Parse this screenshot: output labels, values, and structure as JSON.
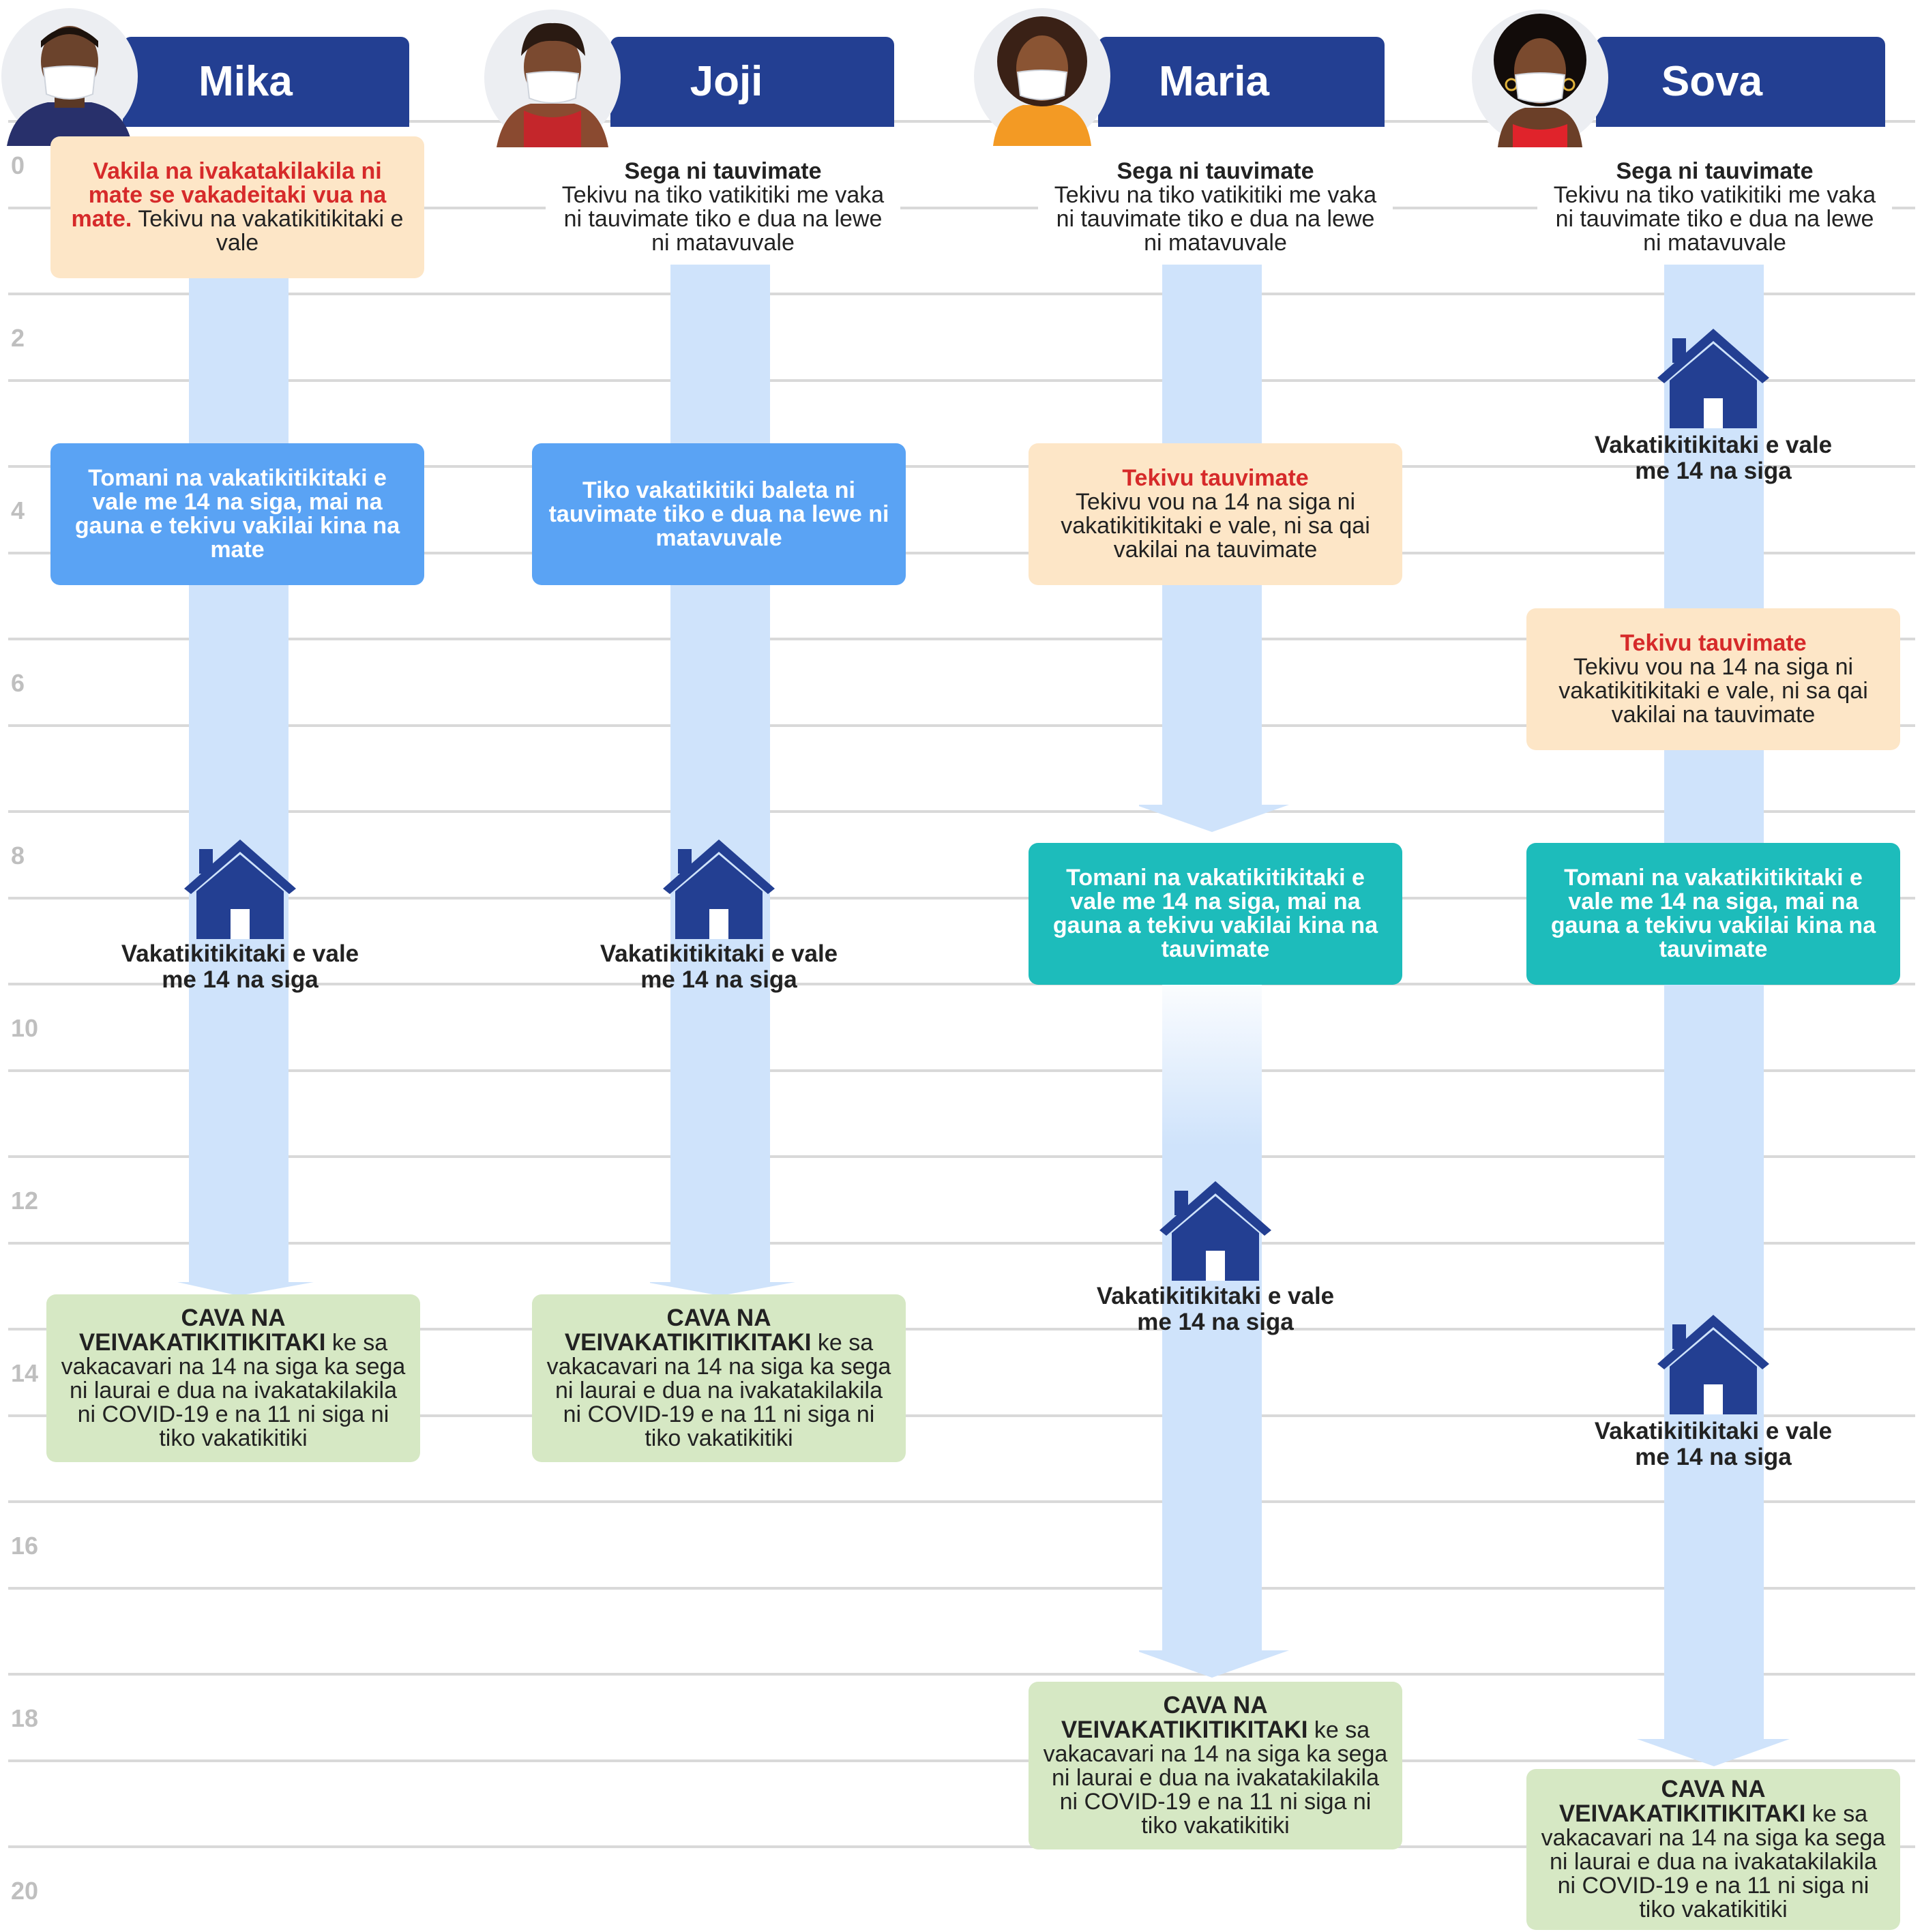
{
  "days": [
    "0",
    "2",
    "4",
    "6",
    "8",
    "10",
    "12",
    "14",
    "16",
    "18",
    "20"
  ],
  "people": [
    {
      "name": "Mika"
    },
    {
      "name": "Joji"
    },
    {
      "name": "Maria"
    },
    {
      "name": "Sova"
    }
  ],
  "mika": {
    "start": {
      "red": "Vakila na ivakatakilakila ni mate se vakadeitaki vua na mate.",
      "text": " Tekivu na vakatikitikitaki e vale"
    },
    "mid": "Tomani na vakatikitikitaki e vale me 14 na siga, mai na gauna e tekivu vakilai kina na mate",
    "home": "Vakatikitikitaki e vale me 14 na siga",
    "end": {
      "bold": "CAVA NA VEIVAKATIKITIKITAKI",
      "text": " ke sa vakacavari na 14 na siga ka sega ni laurai e dua na ivakatakilakila ni COVID-19 e na 11 ni siga ni tiko vakatikitiki"
    }
  },
  "joji": {
    "start": {
      "bold": "Sega ni tauvimate",
      "text": "Tekivu na tiko vatikitiki me vaka ni tauvimate tiko e dua na lewe ni matavuvale"
    },
    "mid": "Tiko vakatikitiki baleta ni tauvimate tiko e dua na lewe ni matavuvale",
    "home": "Vakatikitikitaki e vale me 14 na siga",
    "end": {
      "bold": "CAVA NA VEIVAKATIKITIKITAKI",
      "text": " ke sa vakacavari na 14 na siga ka sega ni laurai e dua na ivakatakilakila ni COVID-19 e na 11 ni siga ni tiko vakatikitiki"
    }
  },
  "maria": {
    "start": {
      "bold": "Sega ni tauvimate",
      "text": "Tekivu na tiko vatikitiki me vaka ni tauvimate tiko e dua na lewe ni matavuvale"
    },
    "sick": {
      "red": "Tekivu tauvimate",
      "text": "Tekivu vou na 14 na siga ni vakatikitikitaki e vale, ni sa qai vakilai na tauvimate"
    },
    "mid": "Tomani na vakatikitikitaki e vale me 14 na siga, mai na gauna a tekivu vakilai kina na tauvimate",
    "home": "Vakatikitikitaki e vale me 14 na siga",
    "end": {
      "bold": "CAVA NA VEIVAKATIKITIKITAKI",
      "text": " ke sa vakacavari na 14 na siga ka sega ni laurai e dua na ivakatakilakila ni COVID-19 e na 11 ni siga ni tiko vakatikitiki"
    }
  },
  "sova": {
    "start": {
      "bold": "Sega ni tauvimate",
      "text": "Tekivu na tiko vatikitiki me vaka ni tauvimate tiko e dua na lewe ni matavuvale"
    },
    "home1": "Vakatikitikitaki e vale me 14 na siga",
    "sick": {
      "red": "Tekivu tauvimate",
      "text": "Tekivu vou na 14 na siga ni vakatikitikitaki e vale, ni sa qai vakilai na tauvimate"
    },
    "mid": "Tomani na vakatikitikitaki e vale me 14 na siga, mai na gauna a tekivu vakilai kina na tauvimate",
    "home2": "Vakatikitikitaki e vale me 14 na siga",
    "end": {
      "bold": "CAVA NA VEIVAKATIKITIKITAKI",
      "text": " ke sa vakacavari na 14 na siga ka sega ni laurai e dua na ivakatakilakila ni COVID-19 e na 11 ni siga ni tiko vakatikitiki"
    }
  },
  "colors": {
    "header": "#233f92",
    "warn": "#fde6c7",
    "blue": "#5aa3f4",
    "teal": "#1dbcbb",
    "green": "#d6e8c4",
    "arrow": "#cfe3fb",
    "red": "#d62a2a",
    "house": "#233f92"
  },
  "icons": {
    "house": "house-icon",
    "avatar": "person-avatar-icon"
  }
}
